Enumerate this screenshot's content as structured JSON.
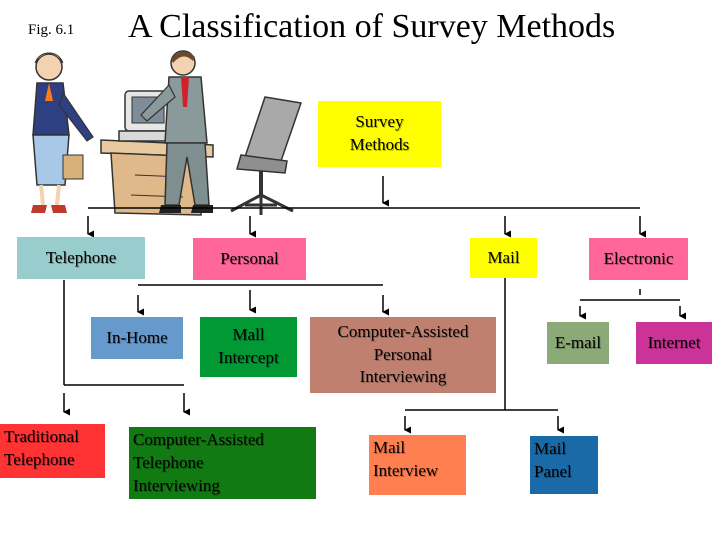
{
  "figure_label": "Fig. 6.1",
  "title": "A Classification of Survey Methods",
  "colors": {
    "survey_methods": "#ffff00",
    "telephone": "#99cccc",
    "personal": "#ff6699",
    "mail": "#ffff00",
    "electronic": "#ff6699",
    "in_home": "#6699cc",
    "mall_intercept": "#009933",
    "capi": "#c08070",
    "email": "#8caa78",
    "internet": "#cc3399",
    "traditional_telephone": "#ff3333",
    "cati": "#127a12",
    "mail_interview": "#ff7f50",
    "mail_panel": "#1a6aa8"
  },
  "nodes": {
    "survey_methods": [
      "Survey",
      "Methods"
    ],
    "telephone": "Telephone",
    "personal": "Personal",
    "mail": "Mail",
    "electronic": "Electronic",
    "in_home": "In-Home",
    "mall_intercept": [
      "Mall",
      "Intercept"
    ],
    "capi": [
      "Computer-Assisted",
      "Personal",
      "Interviewing"
    ],
    "email": "E-mail",
    "internet": "Internet",
    "traditional_telephone": [
      "Traditional",
      "Telephone"
    ],
    "cati": [
      "Computer-Assisted",
      "Telephone",
      "Interviewing"
    ],
    "mail_interview": [
      "Mail",
      "Interview"
    ],
    "mail_panel": [
      "Mail",
      "Panel"
    ]
  }
}
